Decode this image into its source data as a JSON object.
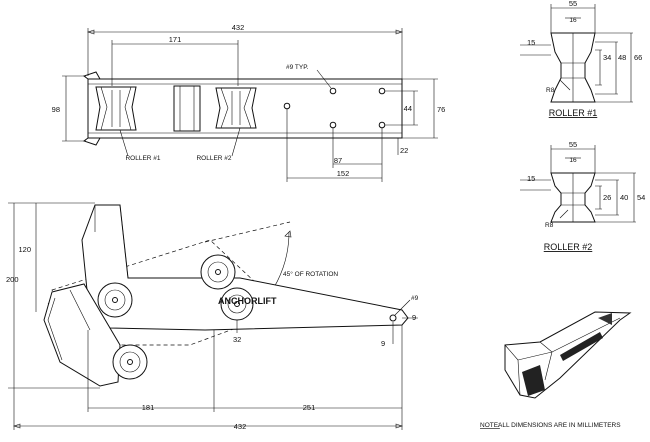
{
  "top_view": {
    "dim_overall": "432",
    "dim_roller_spacing": "171",
    "dim_width": "98",
    "dim_plate_width": "76",
    "dim_hole_spacing": "44",
    "dim_hole_offset": "22",
    "dim_hole_dist_a": "87",
    "dim_hole_dist_b": "152",
    "hole_note": "#9 TYP.",
    "roller1_label": "ROLLER #1",
    "roller2_label": "ROLLER #2"
  },
  "side_view": {
    "dim_height": "200",
    "dim_upper": "120",
    "rotation_note": "45° OF ROTATION",
    "hole_note": "#9",
    "dim_hole_x": "9",
    "dim_hole_y": "9",
    "dim_pivot": "32",
    "dim_left": "181",
    "dim_right": "251",
    "dim_overall": "432",
    "brand": "ANCHORLIFT"
  },
  "roller1": {
    "title": "ROLLER #1",
    "dim_width": "55",
    "dim_groove": "16",
    "dim_bore": "15",
    "dim_d1": "34",
    "dim_d2": "48",
    "dim_d3": "66",
    "radius": "R8"
  },
  "roller2": {
    "title": "ROLLER #2",
    "dim_width": "55",
    "dim_groove": "16",
    "dim_bore": "15",
    "dim_d1": "26",
    "dim_d2": "40",
    "dim_d3": "54",
    "radius": "R8"
  },
  "note": {
    "prefix": "NOTE:",
    "text": " ALL DIMENSIONS ARE IN MILLIMETERS"
  }
}
